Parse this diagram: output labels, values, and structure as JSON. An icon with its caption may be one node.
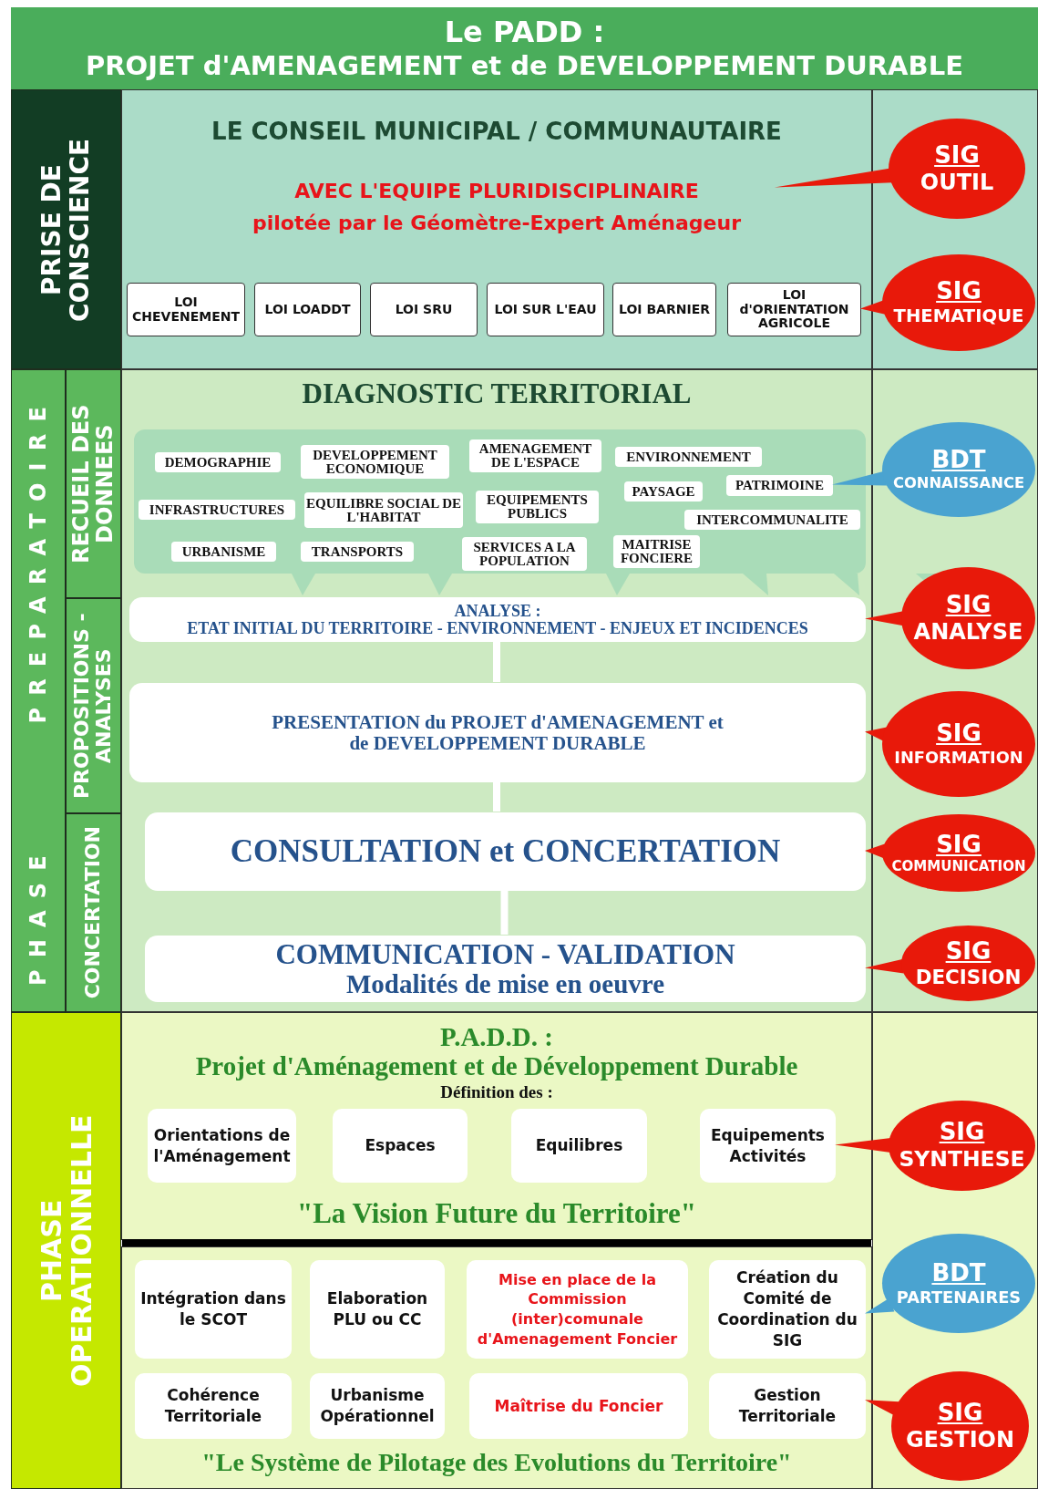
{
  "diagram": {
    "nodes": [
      {
        "text": [
          "Le PADD :",
          "PROJET d'AMENAGEMENT et de DEVELOPPEMENT DURABLE"
        ]
      },
      {
        "text": [
          "PRISE DE CONSCIENCE"
        ]
      },
      {
        "text": [
          "LE CONSEIL MUNICIPAL / COMMUNAUTAIRE",
          "AVEC L'EQUIPE PLURIDISCIPLINAIRE",
          "pilotée par le Géomètre-Expert Aménageur"
        ]
      },
      {
        "text": [
          "LOI CHEVENEMENT"
        ],
        "in": 2
      },
      {
        "text": [
          "LOI LOADDT"
        ],
        "in": 2
      },
      {
        "text": [
          "LOI SRU"
        ],
        "in": 2
      },
      {
        "text": [
          "LOI SUR L'EAU"
        ],
        "in": 2
      },
      {
        "text": [
          "LOI BARNIER"
        ],
        "in": 2
      },
      {
        "text": [
          "LOI d'ORIENTATION AGRICOLE"
        ],
        "in": 2
      },
      {
        "text": [
          "SIG",
          "OUTIL"
        ]
      },
      {
        "text": [
          "SIG",
          "THEMATIQUE"
        ]
      },
      {
        "text": [
          "PHASE PREPARATOIRE"
        ]
      },
      {
        "text": [
          "RECUEIL DES DONNEES"
        ]
      },
      {
        "text": [
          "PROPOSITIONS - ANALYSES"
        ]
      },
      {
        "text": [
          "CONCERTATION"
        ]
      },
      {
        "text": [
          "DIAGNOSTIC TERRITORIAL"
        ]
      },
      {
        "text": [],
        "shape": "box",
        "in": 15
      },
      {
        "text": [
          "DEMOGRAPHIE"
        ],
        "in": 16
      },
      {
        "text": [
          "DEVELOPPEMENT ECONOMIQUE"
        ],
        "in": 16
      },
      {
        "text": [
          "AMENAGEMENT DE L'ESPACE"
        ],
        "in": 16
      },
      {
        "text": [
          "ENVIRONNEMENT"
        ],
        "in": 16
      },
      {
        "text": [
          "INFRASTRUCTURES"
        ],
        "in": 16
      },
      {
        "text": [
          "EQUILIBRE SOCIAL DE L'HABITAT"
        ],
        "in": 16
      },
      {
        "text": [
          "EQUIPEMENTS PUBLICS"
        ],
        "in": 16
      },
      {
        "text": [
          "PAYSAGE"
        ],
        "in": 16
      },
      {
        "text": [
          "PATRIMOINE"
        ],
        "in": 16
      },
      {
        "text": [
          "INTERCOMMUNALITE"
        ],
        "in": 16
      },
      {
        "text": [
          "URBANISME"
        ],
        "in": 16
      },
      {
        "text": [
          "TRANSPORTS"
        ],
        "in": 16
      },
      {
        "text": [
          "SERVICES A LA POPULATION"
        ],
        "in": 16
      },
      {
        "text": [
          "MAITRISE FONCIERE"
        ],
        "in": 16
      },
      {
        "text": [
          "ANALYSE :",
          "ETAT INITIAL DU TERRITOIRE - ENVIRONNEMENT - ENJEUX ET INCIDENCES"
        ],
        "in": 15
      },
      {
        "text": [
          "PRESENTATION du PROJET d'AMENAGEMENT et de DEVELOPPEMENT DURABLE"
        ],
        "in": 15
      },
      {
        "text": [
          "CONSULTATION et CONCERTATION"
        ],
        "in": 15
      },
      {
        "text": [
          "COMMUNICATION - VALIDATION",
          "Modalités de mise en oeuvre"
        ],
        "in": 15
      },
      {
        "text": [
          "BDT",
          "CONNAISSANCE"
        ]
      },
      {
        "text": [
          "SIG",
          "ANALYSE"
        ]
      },
      {
        "text": [
          "SIG",
          "INFORMATION"
        ]
      },
      {
        "text": [
          "SIG",
          "COMMUNICATION"
        ]
      },
      {
        "text": [
          "SIG",
          "DECISION"
        ]
      },
      {
        "text": [
          "PHASE OPERATIONNELLE"
        ]
      },
      {
        "text": [
          "P.A.D.D. :",
          "Projet d'Aménagement et de Développement Durable",
          "Définition des :",
          "\"La Vision Future du Territoire\""
        ]
      },
      {
        "text": [
          "Orientations de l'Aménagement"
        ],
        "in": 41
      },
      {
        "text": [
          "Espaces"
        ],
        "in": 41
      },
      {
        "text": [
          "Equilibres"
        ],
        "in": 41
      },
      {
        "text": [
          "Equipements Activités"
        ],
        "in": 41
      },
      {
        "text": [
          "\"Le Système de Pilotage des Evolutions du Territoire\""
        ]
      },
      {
        "text": [
          "Intégration dans le SCOT"
        ],
        "in": 46
      },
      {
        "text": [
          "Elaboration PLU ou CC"
        ],
        "in": 46
      },
      {
        "text": [
          "Mise en place de la Commission (inter)comunale d'Amenagement Foncier"
        ],
        "in": 46
      },
      {
        "text": [
          "Création du Comité de Coordination du SIG"
        ],
        "in": 46
      },
      {
        "text": [
          "Cohérence Territoriale"
        ],
        "in": 46
      },
      {
        "text": [
          "Urbanisme Opérationnel"
        ],
        "in": 46
      },
      {
        "text": [
          "Maîtrise du Foncier"
        ],
        "in": 46
      },
      {
        "text": [
          "Gestion Territoriale"
        ],
        "in": 46
      },
      {
        "text": [
          "SIG",
          "SYNTHESE"
        ]
      },
      {
        "text": [
          "BDT",
          "PARTENAIRES"
        ]
      },
      {
        "text": [
          "SIG",
          "GESTION"
        ]
      }
    ],
    "edges": [
      {
        "from": 9,
        "to": 2,
        "arrow": "to"
      },
      {
        "from": 10,
        "to": 8,
        "arrow": "to"
      },
      {
        "from": 31,
        "to": 32,
        "arrow": "none",
        "color": "#ffffff"
      },
      {
        "from": 32,
        "to": 33,
        "arrow": "none",
        "color": "#ffffff"
      },
      {
        "from": 33,
        "to": 34,
        "arrow": "none",
        "color": "#ffffff"
      },
      {
        "from": 35,
        "to": 25,
        "arrow": "to",
        "color": "#4aa3d0"
      },
      {
        "from": 36,
        "to": 31,
        "arrow": "to"
      },
      {
        "from": 37,
        "to": 32,
        "arrow": "to"
      },
      {
        "from": 38,
        "to": 33,
        "arrow": "to"
      },
      {
        "from": 39,
        "to": 34,
        "arrow": "to"
      },
      {
        "from": 55,
        "to": 45,
        "arrow": "to"
      },
      {
        "from": 56,
        "to": 50,
        "arrow": "to",
        "color": "#4aa3d0"
      },
      {
        "from": 57,
        "to": 54,
        "arrow": "to"
      }
    ]
  }
}
